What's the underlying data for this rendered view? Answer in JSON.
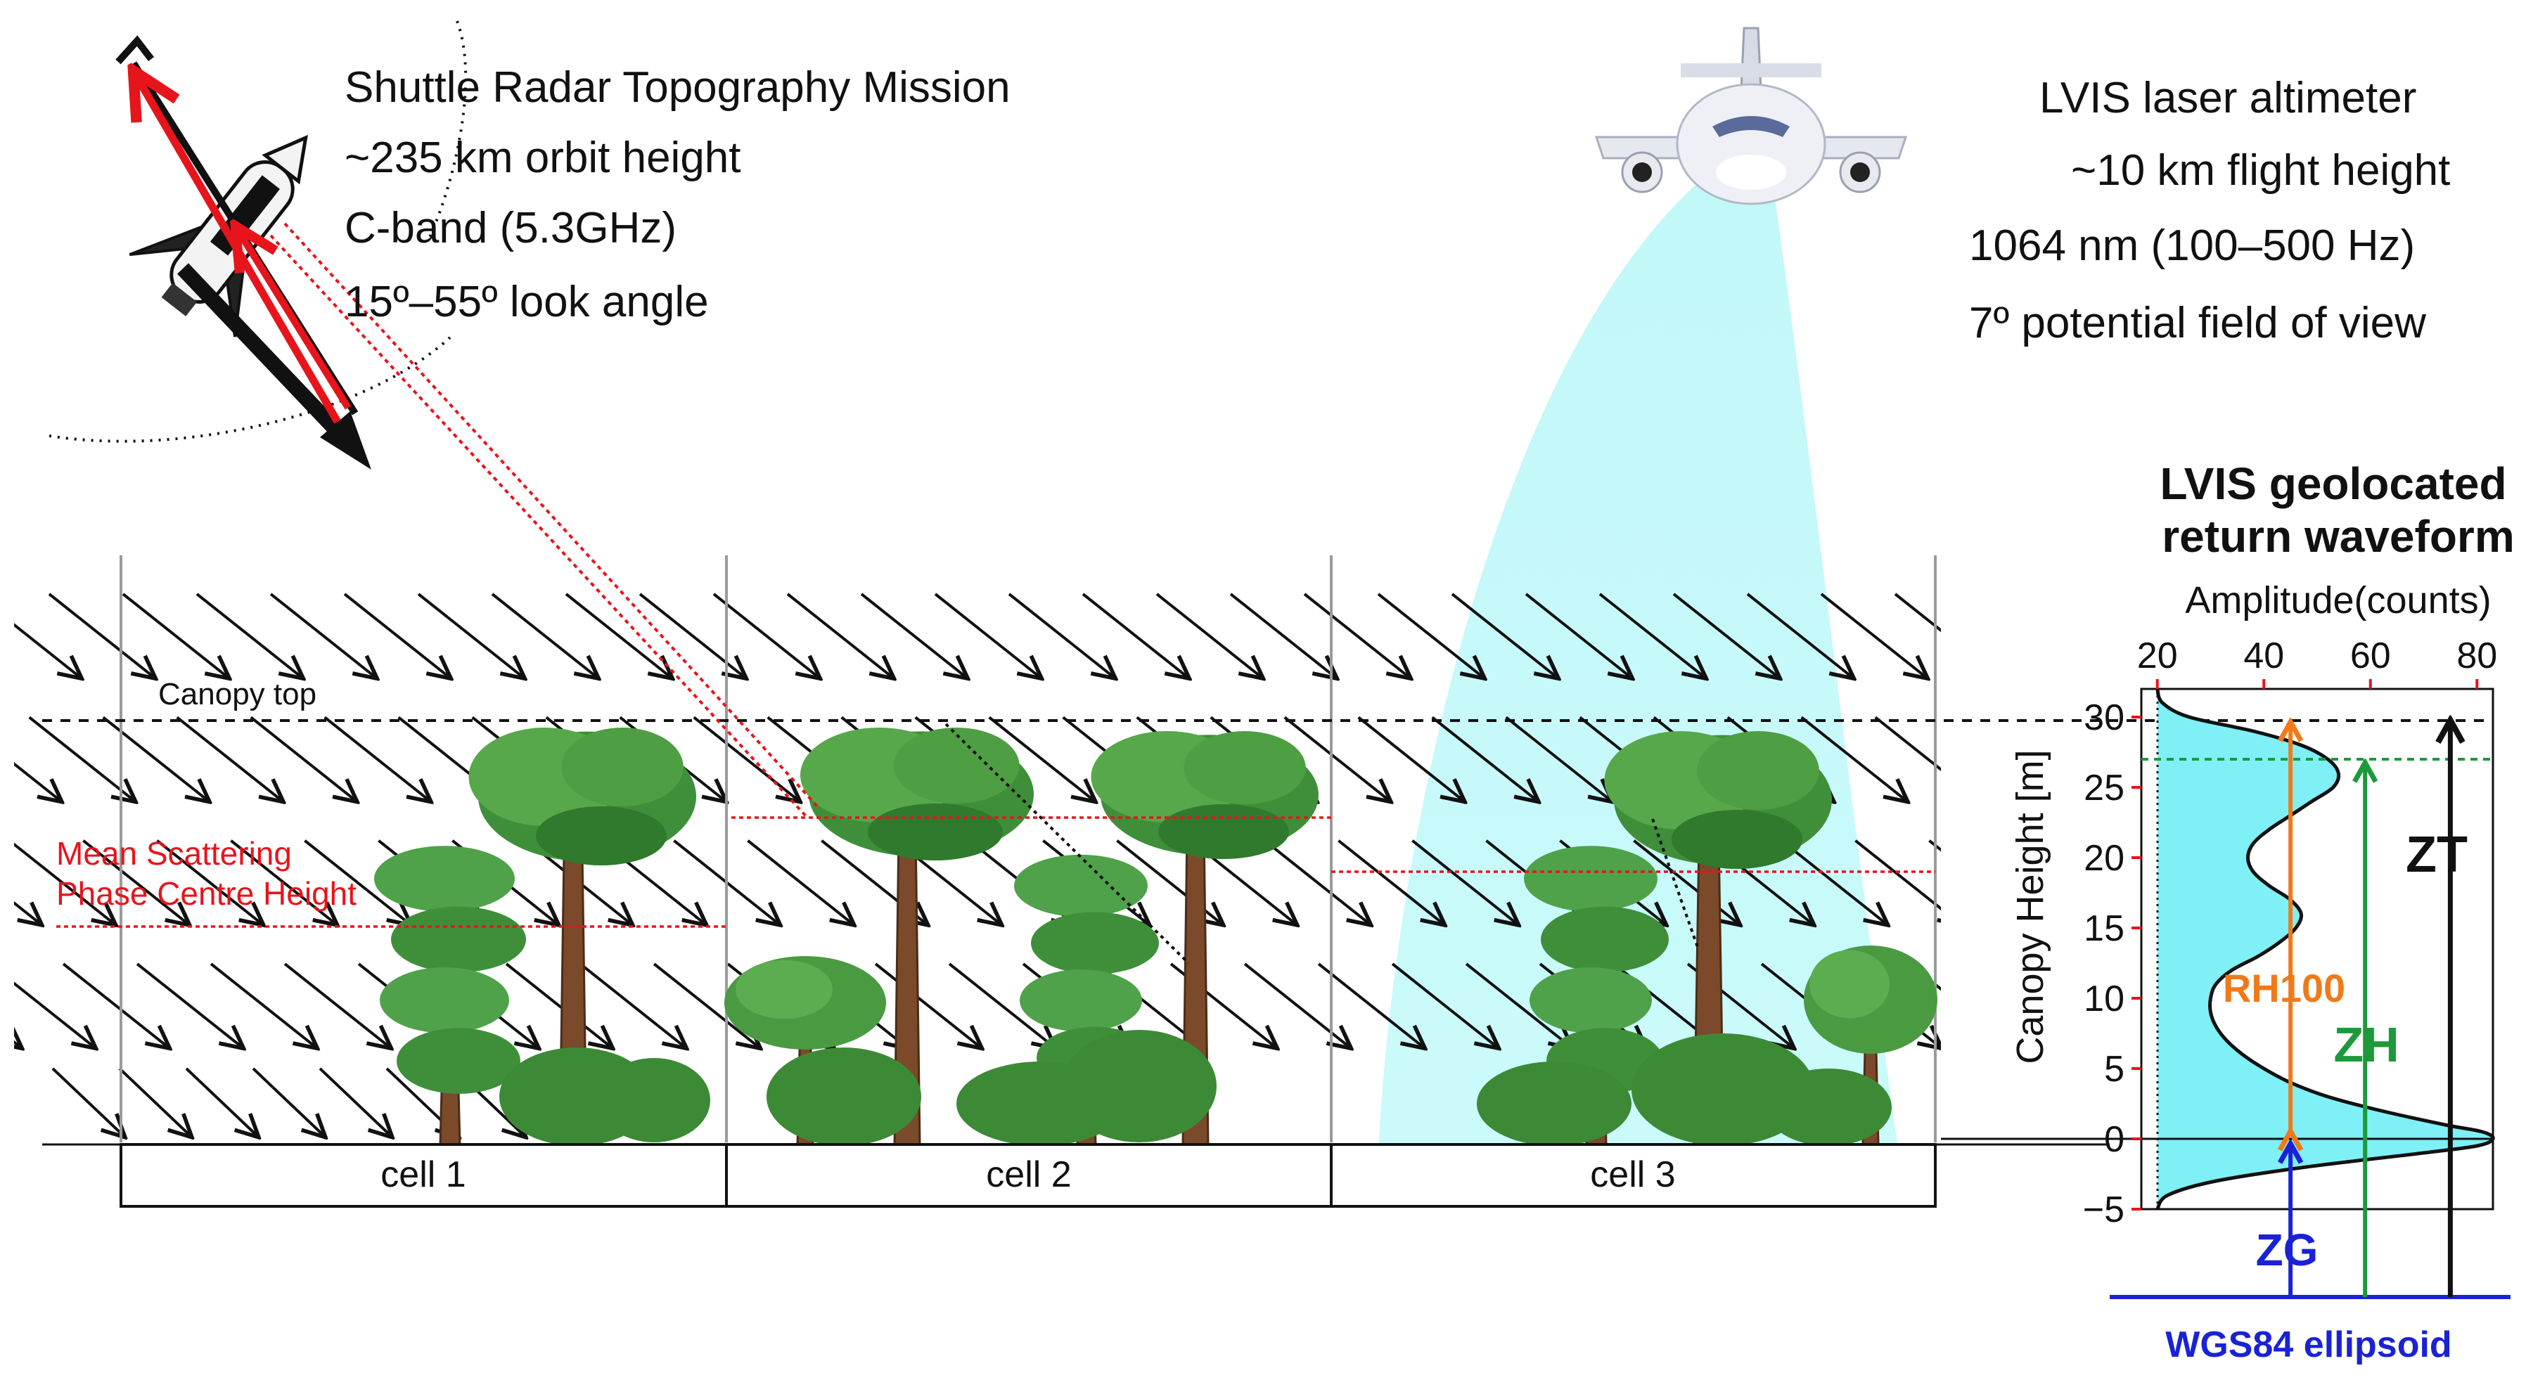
{
  "srtm": {
    "lines": [
      "Shuttle Radar Topography Mission",
      "~235 km orbit height",
      "C-band (5.3GHz)",
      "15º–55º look angle"
    ]
  },
  "lvis": {
    "lines": [
      "LVIS laser altimeter",
      "~10 km flight height",
      "1064 nm (100–500 Hz)",
      "7º potential field of view"
    ]
  },
  "scene": {
    "canopy_top_label": "Canopy top",
    "scatter_label_line1": "Mean Scattering",
    "scatter_label_line2": "Phase Centre Height",
    "cells": [
      "cell 1",
      "cell 2",
      "cell 3"
    ]
  },
  "waveform": {
    "title_line1": "LVIS geolocated",
    "title_line2": "return waveform",
    "xlabel": "Amplitude(counts)",
    "ylabel": "Canopy Height [m]",
    "x_ticks": [
      "20",
      "40",
      "60",
      "80"
    ],
    "y_ticks": [
      "30",
      "25",
      "20",
      "15",
      "10",
      "5",
      "0",
      "−5"
    ],
    "rh100_label": "RH100",
    "zh_label": "ZH",
    "zt_label": "ZT",
    "zg_label": "ZG",
    "ellipsoid_label": "WGS84 ellipsoid"
  },
  "colors": {
    "radar_red": "#e8141b",
    "lidar_cyan": "#c8fafa",
    "waveform_fill": "#7ff0f5",
    "rh100_orange": "#f07a1a",
    "zh_green": "#1c9a3a",
    "zg_blue": "#1a22d6",
    "tree_green": "#3f8f3a",
    "trunk_brown": "#7a4a2a"
  },
  "chart_data": {
    "type": "area",
    "xlabel": "Amplitude(counts)",
    "ylabel": "Canopy Height [m]",
    "xlim": [
      17,
      83
    ],
    "ylim": [
      -5,
      32
    ],
    "x_ticks": [
      20,
      40,
      60,
      80
    ],
    "y_ticks": [
      -5,
      0,
      5,
      10,
      15,
      20,
      25,
      30
    ],
    "series": [
      {
        "points": [
          {
            "height": 32,
            "amplitude": 20
          },
          {
            "height": 31,
            "amplitude": 21
          },
          {
            "height": 30,
            "amplitude": 26
          },
          {
            "height": 29,
            "amplitude": 38
          },
          {
            "height": 28,
            "amplitude": 47
          },
          {
            "height": 27,
            "amplitude": 52
          },
          {
            "height": 26,
            "amplitude": 54
          },
          {
            "height": 25,
            "amplitude": 53
          },
          {
            "height": 24,
            "amplitude": 49
          },
          {
            "height": 23,
            "amplitude": 45
          },
          {
            "height": 22,
            "amplitude": 41
          },
          {
            "height": 21,
            "amplitude": 38
          },
          {
            "height": 20,
            "amplitude": 37
          },
          {
            "height": 19,
            "amplitude": 38
          },
          {
            "height": 18,
            "amplitude": 41
          },
          {
            "height": 17,
            "amplitude": 45
          },
          {
            "height": 16,
            "amplitude": 47
          },
          {
            "height": 15,
            "amplitude": 46
          },
          {
            "height": 14,
            "amplitude": 43
          },
          {
            "height": 13,
            "amplitude": 39
          },
          {
            "height": 12,
            "amplitude": 34
          },
          {
            "height": 11,
            "amplitude": 31
          },
          {
            "height": 10,
            "amplitude": 30
          },
          {
            "height": 9,
            "amplitude": 30
          },
          {
            "height": 8,
            "amplitude": 31
          },
          {
            "height": 7,
            "amplitude": 33
          },
          {
            "height": 6,
            "amplitude": 36
          },
          {
            "height": 5,
            "amplitude": 40
          },
          {
            "height": 4,
            "amplitude": 45
          },
          {
            "height": 3,
            "amplitude": 52
          },
          {
            "height": 2,
            "amplitude": 62
          },
          {
            "height": 1,
            "amplitude": 74
          },
          {
            "height": 0.5,
            "amplitude": 81
          },
          {
            "height": 0,
            "amplitude": 83
          },
          {
            "height": -0.5,
            "amplitude": 80
          },
          {
            "height": -1,
            "amplitude": 70
          },
          {
            "height": -2,
            "amplitude": 48
          },
          {
            "height": -3,
            "amplitude": 31
          },
          {
            "height": -4,
            "amplitude": 22
          },
          {
            "height": -5,
            "amplitude": 20
          }
        ]
      }
    ],
    "reference_lines": {
      "canopy_top": 30,
      "zh": 27,
      "ground": 0
    },
    "grid": false
  }
}
